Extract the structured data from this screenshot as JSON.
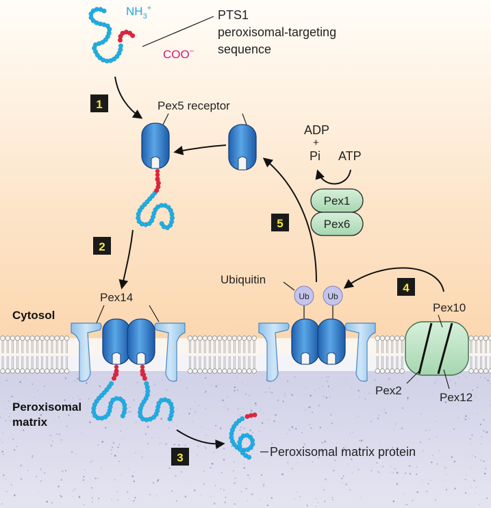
{
  "labels": {
    "nh3": "NH",
    "nh3_sub": "3",
    "nh3_sup": "+",
    "coo": "COO",
    "coo_sup": "−",
    "pts1_line1": "PTS1",
    "pts1_line2": "peroxisomal-targeting",
    "pts1_line3": "sequence",
    "pex5": "Pex5 receptor",
    "adp": "ADP",
    "plus": "+",
    "pi": "Pi",
    "atp": "ATP",
    "pex1": "Pex1",
    "pex6": "Pex6",
    "ubiquitin": "Ubiquitin",
    "ub": "Ub",
    "pex14": "Pex14",
    "pex10": "Pex10",
    "pex2": "Pex2",
    "pex12": "Pex12",
    "cytosol": "Cytosol",
    "matrix_line1": "Peroxisomal",
    "matrix_line2": "matrix",
    "matrix_protein": "Peroxisomal matrix protein"
  },
  "steps": [
    "1",
    "2",
    "3",
    "4",
    "5"
  ],
  "colors": {
    "cytosol_top": "#fffdf8",
    "cytosol_bottom": "#fbd5ac",
    "matrix": "#d9d9ec",
    "membrane_head": "#f4f4f4",
    "receptor_blue": "#2a73c4",
    "pex14_blue": "#a9cfee",
    "pex_green": "#bfe3c6",
    "chain_cyan": "#1eaee6",
    "pts1_red": "#e0243c",
    "ub_lavender": "#c4c5ec",
    "step_badge": "#1a1a1a",
    "step_number": "#f4e83c",
    "nh3_text": "#1ea4e0",
    "coo_text": "#d4187a"
  }
}
